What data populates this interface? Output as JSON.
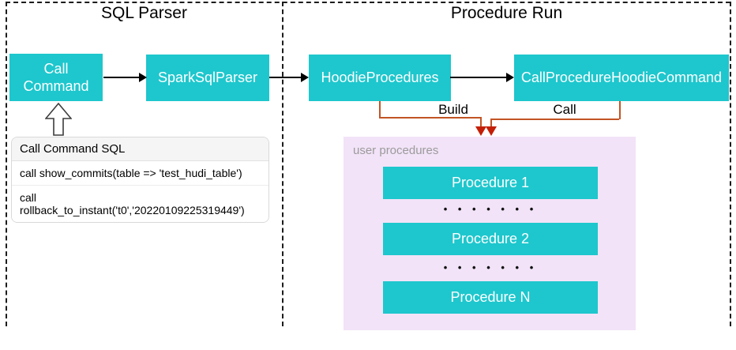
{
  "diagram": {
    "sql_parser": {
      "title": "SQL Parser",
      "nodes": {
        "call_command": "Call Command",
        "spark_sql_parser": "SparkSqlParser"
      },
      "sql_card": {
        "title": "Call Command SQL",
        "rows": [
          "call show_commits(table => 'test_hudi_table')",
          "call rollback_to_instant('t0','20220109225319449')"
        ]
      }
    },
    "procedure_run": {
      "title": "Procedure Run",
      "nodes": {
        "hoodie_procedures": "HoodieProcedures",
        "call_procedure_hoodie_command": "CallProcedureHoodieCommand"
      },
      "edge_labels": {
        "build": "Build",
        "call": "Call"
      },
      "user_procedures": {
        "label": "user procedures",
        "items": [
          "Procedure 1",
          "Procedure 2",
          "Procedure N"
        ],
        "dots": "• • • • • • •"
      }
    },
    "colors": {
      "node_teal": "#1DC7CD",
      "user_procedures_bg": "#F2E3F8",
      "connector_orange": "#C25425",
      "arrowhead_red": "#C32007"
    }
  }
}
